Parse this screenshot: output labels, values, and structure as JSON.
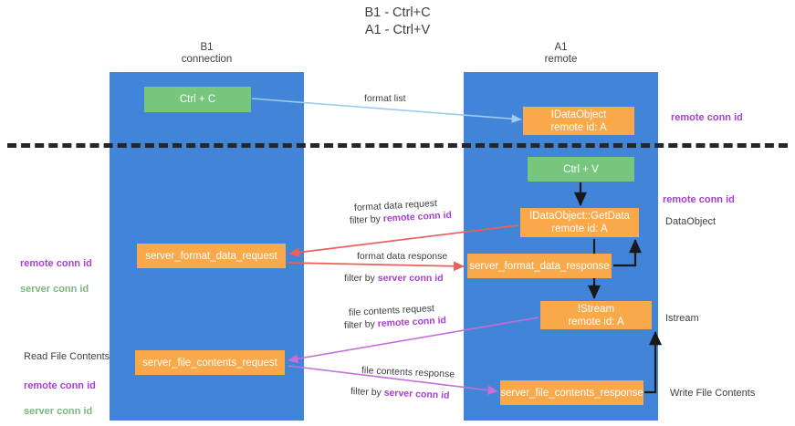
{
  "title": "B1 - Ctrl+C\nA1 - Ctrl+V",
  "columns": {
    "b1": {
      "heading": "B1\nconnection"
    },
    "a1": {
      "heading": "A1\nremote"
    }
  },
  "nodes": {
    "ctrl_c": {
      "label": "Ctrl + C",
      "color": "#77c67e"
    },
    "idataobject": {
      "label": "IDataObject\nremote id: A",
      "color": "#f9a94a"
    },
    "ctrl_v": {
      "label": "Ctrl + V",
      "color": "#77c67e"
    },
    "getdata": {
      "label": "IDataObject::GetData\nremote id: A",
      "color": "#f9a94a"
    },
    "format_data_request": {
      "label": "server_format_data_request",
      "color": "#f9a94a"
    },
    "format_data_response": {
      "label": "server_format_data_response",
      "color": "#f9a94a"
    },
    "istream": {
      "label": "IStream\nremote id: A",
      "color": "#f9a94a"
    },
    "file_contents_request": {
      "label": "server_file_contents_request",
      "color": "#f9a94a"
    },
    "file_contents_response": {
      "label": "server_file_contents_response",
      "color": "#f9a94a"
    }
  },
  "side_labels": {
    "remote_conn_id_top": "remote conn id",
    "remote_conn_id_mid": "remote conn id",
    "dataobject": "DataObject",
    "istream": "Istream",
    "write_file_contents": "Write File Contents",
    "read_file_contents": "Read File Contents",
    "left_remote_conn_id_1": "remote conn id",
    "left_server_conn_id_1": "server conn id",
    "left_remote_conn_id_2": "remote conn id",
    "left_server_conn_id_2": "server conn id"
  },
  "edges": {
    "format_list": "format list",
    "format_data_request": "format data request",
    "format_data_request_filter_prefix": "filter by ",
    "format_data_request_filter_key": "remote conn id",
    "format_data_response": "format data response",
    "format_data_response_filter_prefix": "filter by ",
    "format_data_response_filter_key": "server conn id",
    "file_contents_request": "file contents request",
    "file_contents_request_filter_prefix": "filter by ",
    "file_contents_request_filter_key": "remote conn id",
    "file_contents_response": "file contents response",
    "file_contents_response_filter_prefix": "filter by ",
    "file_contents_response_filter_key": "server conn id"
  },
  "colors": {
    "column_band": "#4285d8",
    "node_green": "#77c67e",
    "node_orange": "#f9a94a",
    "accent_purple": "#a83fd0",
    "accent_green": "#7ab87f",
    "arrow_blue": "#9ecbf0",
    "arrow_red": "#e8625c",
    "arrow_magenta": "#c56fd8",
    "arrow_black": "#18191b",
    "divider": "#23262b"
  }
}
